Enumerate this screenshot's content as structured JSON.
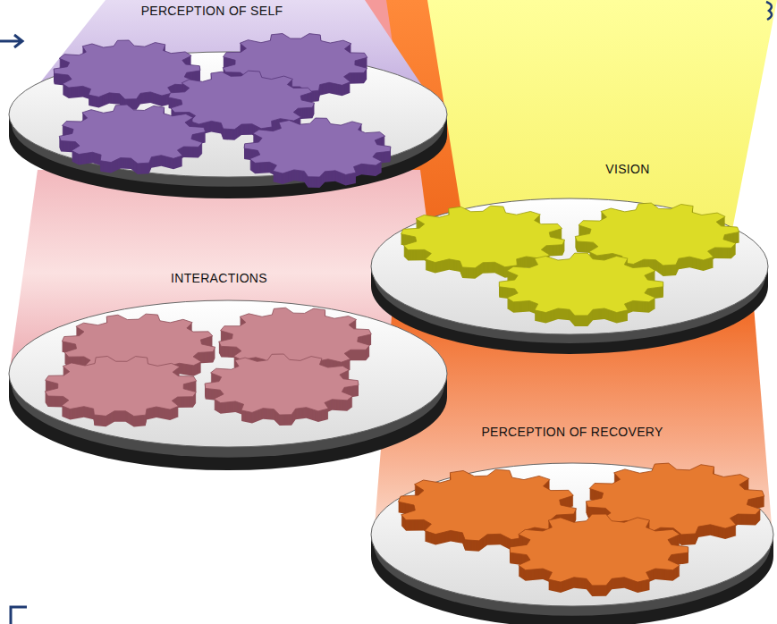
{
  "diagram": {
    "nodes": [
      {
        "text": [
          "PERCEPTION OF SELF"
        ]
      },
      {
        "text": [
          "VISION"
        ]
      },
      {
        "text": [
          "INTERACTIONS"
        ]
      },
      {
        "text": [
          "PERCEPTION OF RECOVERY"
        ]
      }
    ]
  }
}
